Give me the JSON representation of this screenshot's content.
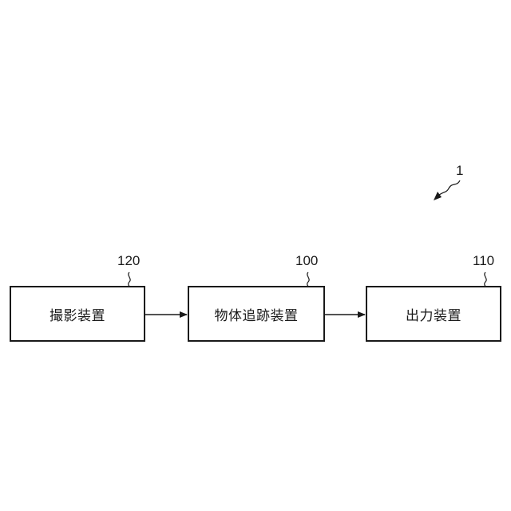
{
  "diagram": {
    "system_ref": "1",
    "blocks": [
      {
        "id": "camera",
        "label": "撮影装置",
        "ref": "120"
      },
      {
        "id": "tracker",
        "label": "物体追跡装置",
        "ref": "100"
      },
      {
        "id": "output",
        "label": "出力装置",
        "ref": "110"
      }
    ],
    "connections": [
      {
        "from": "camera",
        "to": "tracker"
      },
      {
        "from": "tracker",
        "to": "output"
      }
    ]
  }
}
